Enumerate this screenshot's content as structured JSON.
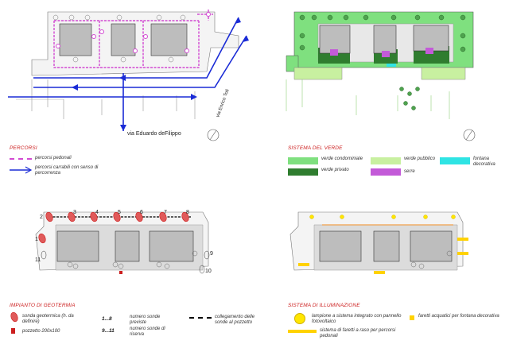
{
  "panels": {
    "percorsi": {
      "street_label": "via Eduardo deFilippo",
      "street_label_2": "via Enrico Toti",
      "legend_title": "PERCORSI",
      "items": [
        {
          "label": "percorsi pedonali",
          "color": "#d24ad2"
        },
        {
          "label": "percorsi carrabili con senso di percorrenza",
          "color": "#1a2bd6"
        }
      ]
    },
    "verde": {
      "legend_title": "SISTEMA DEL VERDE",
      "items": [
        {
          "label": "verde condominiale",
          "color": "#7fe07f"
        },
        {
          "label": "verde privato",
          "color": "#2f7d2f"
        },
        {
          "label": "verde pubblico",
          "color": "#c8f0a0"
        },
        {
          "label": "serre",
          "color": "#c35ad8"
        },
        {
          "label": "fontana decorativa",
          "color": "#2fe4e4"
        }
      ]
    },
    "geotermia": {
      "legend_title": "IMPIANTO DI GEOTERMIA",
      "sonde_labels": [
        "2",
        "3",
        "4",
        "5",
        "6",
        "7",
        "8",
        "1",
        "11",
        "9",
        "10"
      ],
      "items": [
        {
          "label": "sonda geotermica (h. da definire)"
        },
        {
          "label": "pozzetto 200x100"
        },
        {
          "bold": "1...8",
          "label": "numero sonde previste"
        },
        {
          "bold": "9...11",
          "label": "numero sonde di riserva"
        },
        {
          "label": "collegamento delle sonde al pozzetto"
        }
      ],
      "colors": {
        "sonda": "#e05a5a",
        "pozzetto": "#cc1f1f"
      }
    },
    "illuminazione": {
      "legend_title": "SISTEMA DI ILLUMINAZIONE",
      "items": [
        {
          "label": "lampione a sistema integrato con pannello fotovoltaico"
        },
        {
          "label": "sistema di faretti a raso per percorsi pedonali"
        },
        {
          "label": "faretti acquatici per fontana decorativa"
        }
      ],
      "colors": {
        "lamp": "#ffe600",
        "strip": "#ffd200",
        "path": "#f0a04a"
      }
    }
  }
}
